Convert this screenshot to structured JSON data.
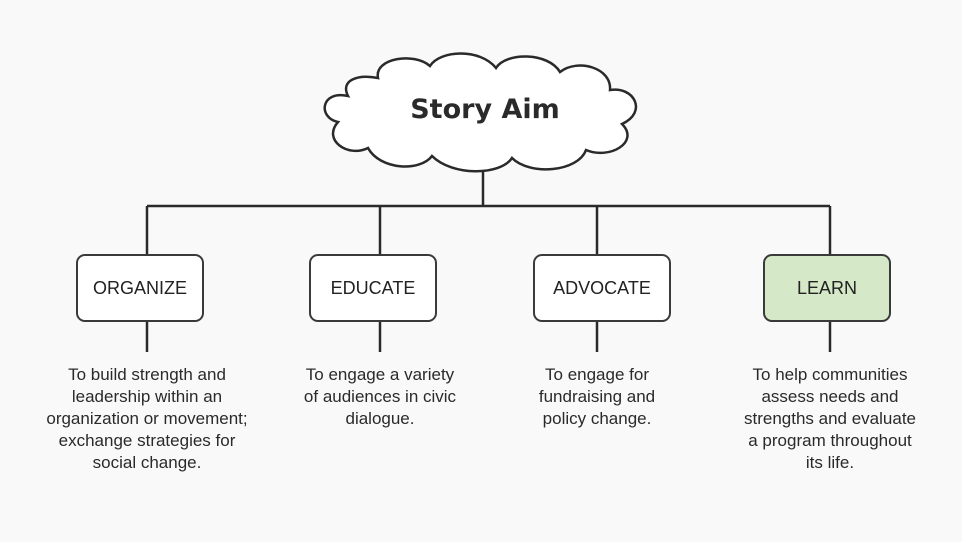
{
  "diagram": {
    "root": {
      "label": "Story Aim"
    },
    "branches": [
      {
        "label": "ORGANIZE",
        "highlighted": false,
        "description_lines": [
          "To build strength and",
          "leadership within an",
          "organization or movement;",
          "exchange strategies for",
          "social change."
        ]
      },
      {
        "label": "EDUCATE",
        "highlighted": false,
        "description_lines": [
          "To engage a variety",
          "of audiences in civic",
          "dialogue."
        ]
      },
      {
        "label": "ADVOCATE",
        "highlighted": false,
        "description_lines": [
          "To engage for",
          "fundraising and",
          "policy change."
        ]
      },
      {
        "label": "LEARN",
        "highlighted": true,
        "description_lines": [
          "To help communities",
          "assess needs and",
          "strengths and evaluate",
          "a program throughout",
          "its life."
        ]
      }
    ]
  },
  "colors": {
    "highlight_fill": "#d5e8c8",
    "stroke": "#3a3a3a",
    "text": "#2a2a2a"
  }
}
